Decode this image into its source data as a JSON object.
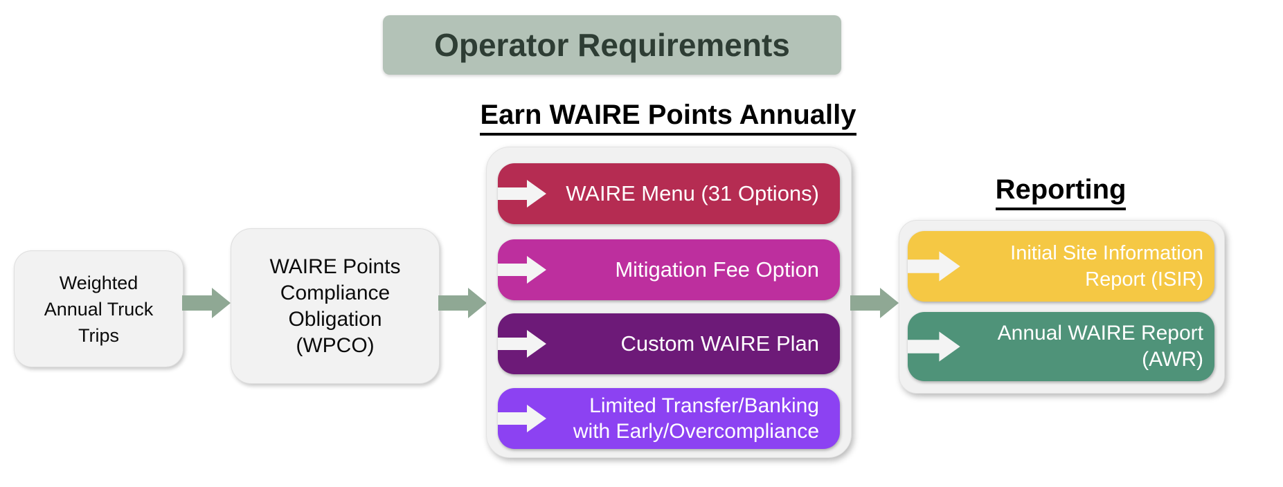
{
  "diagram": {
    "title": "Operator Requirements",
    "input_boxes": [
      {
        "lines": [
          "Weighted",
          "Annual Truck",
          "Trips"
        ]
      },
      {
        "lines": [
          "WAIRE Points",
          "Compliance",
          "Obligation",
          "(WPCO)"
        ]
      }
    ],
    "menu_group": {
      "heading": "Earn WAIRE Points Annually",
      "bars": [
        {
          "label": "WAIRE Menu (31 Options)",
          "color": "#b52c52"
        },
        {
          "label": "Mitigation Fee Option",
          "color": "#bd2f9e"
        },
        {
          "label": "Custom WAIRE Plan",
          "color": "#6d1a78"
        },
        {
          "lines": [
            "Limited Transfer/Banking",
            "with Early/Overcompliance"
          ],
          "color": "#8c42f2"
        }
      ]
    },
    "reporting_group": {
      "heading": "Reporting",
      "bars": [
        {
          "lines": [
            "Initial Site Information",
            "Report (ISIR)"
          ],
          "color": "#f5c844"
        },
        {
          "lines": [
            "Annual WAIRE Report",
            "(AWR)"
          ],
          "color": "#4f9379"
        }
      ]
    },
    "colors": {
      "title_bg": "#b3c2b7",
      "title_text": "#2e3d34",
      "flow_arrow": "#8fa894",
      "container_bg": "#f1f1f1",
      "box_bg": "#f2f2f2",
      "bar_text": "#ffffff"
    }
  }
}
